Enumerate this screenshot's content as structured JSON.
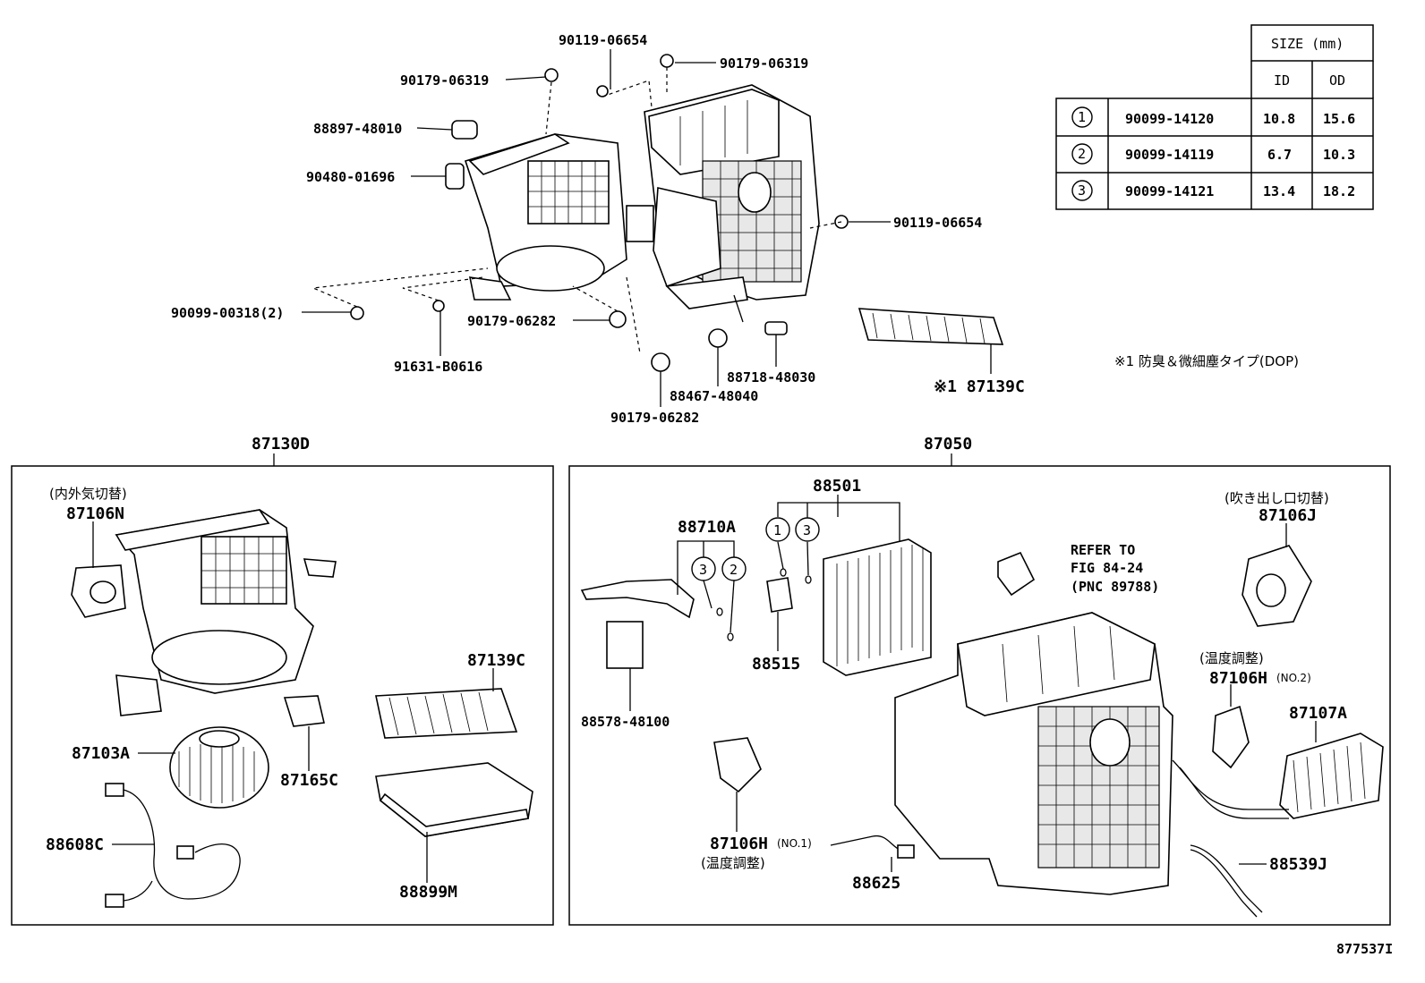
{
  "top_parts": {
    "p_90119_06654_a": "90119-06654",
    "p_90179_06319_a": "90179-06319",
    "p_90179_06319_b": "90179-06319",
    "p_88897_48010": "88897-48010",
    "p_90480_01696": "90480-01696",
    "p_90119_06654_b": "90119-06654",
    "p_90099_00318": "90099-00318(2)",
    "p_91631_b0616": "91631-B0616",
    "p_90179_06282_a": "90179-06282",
    "p_90179_06282_b": "90179-06282",
    "p_88467_48040": "88467-48040",
    "p_88718_48030": "88718-48030",
    "p_87139c_note": "※1 87139C",
    "footnote": "※1 防臭＆微細塵タイプ(DOP)"
  },
  "size_table": {
    "header_size": "SIZE (mm)",
    "header_id": "ID",
    "header_od": "OD",
    "rows": [
      {
        "mark": "1",
        "part": "90099-14120",
        "id": "10.8",
        "od": "15.6"
      },
      {
        "mark": "2",
        "part": "90099-14119",
        "id": "6.7",
        "od": "10.3"
      },
      {
        "mark": "3",
        "part": "90099-14121",
        "id": "13.4",
        "od": "18.2"
      }
    ]
  },
  "left_box": {
    "title": "87130D",
    "note_87106n": "(内外気切替)",
    "p_87106n": "87106N",
    "p_87139c": "87139C",
    "p_87103a": "87103A",
    "p_87165c": "87165C",
    "p_88608c": "88608C",
    "p_88899m": "88899M"
  },
  "right_box": {
    "title": "87050",
    "p_88501": "88501",
    "p_88710a": "88710A",
    "refer_1": "REFER TO",
    "refer_2": "FIG 84-24",
    "refer_3": "(PNC 89788)",
    "note_87106j": "(吹き出し口切替)",
    "p_87106j": "87106J",
    "p_88515": "88515",
    "p_88578": "88578-48100",
    "note_87106h2": "(温度調整)",
    "p_87106h2": "87106H",
    "p_87106h2_no": "(NO.2)",
    "p_87107a": "87107A",
    "p_87106h1": "87106H",
    "p_87106h1_no": "(NO.1)",
    "note_87106h1": "(温度調整)",
    "p_88625": "88625",
    "p_88539j": "88539J",
    "circle_1": "1",
    "circle_2": "2",
    "circle_3": "3"
  },
  "figure_id": "877537I"
}
